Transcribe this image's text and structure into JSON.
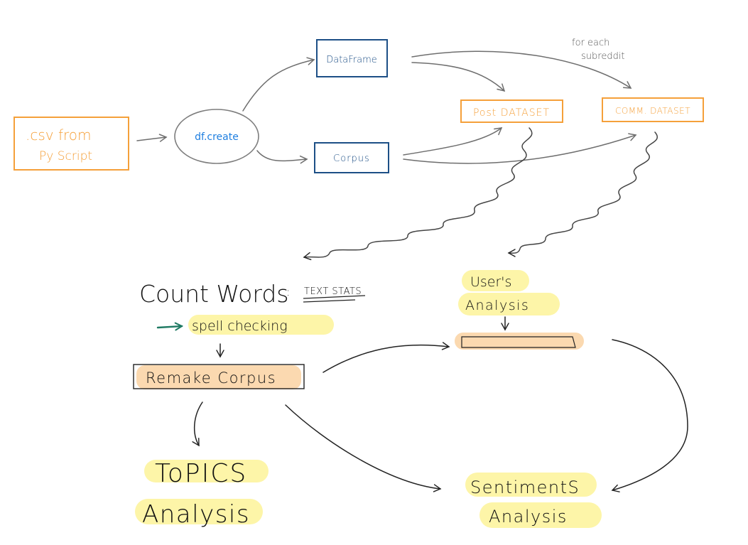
{
  "nodes": {
    "csv_source": {
      "line1": ".csv from",
      "line2": "Py Script"
    },
    "df_create": {
      "label": "df.create"
    },
    "dataframe": {
      "label": "DataFrame"
    },
    "corpus": {
      "label": "Corpus"
    },
    "post_dataset": {
      "label": "Post DATASET"
    },
    "comm_dataset": {
      "label": "COMM. DATASET"
    },
    "note": {
      "line1": "for each",
      "line2": "subreddit"
    },
    "count_words": {
      "label": "Count Words"
    },
    "text_stats": {
      "label": "TEXT STATS"
    },
    "stats_colon": {
      "label": ":"
    },
    "spell_checking": {
      "label": "spell checking"
    },
    "remake_corpus": {
      "label": "Remake Corpus"
    },
    "users_analysis": {
      "line1": "User's",
      "line2": "Analysis"
    },
    "topics_analysis": {
      "line1": "ToPICS",
      "line2": "Analysis"
    },
    "sentiments_analysis": {
      "line1": "SentimentS",
      "line2": "Analysis"
    }
  },
  "colors": {
    "orange": "#f5a03a",
    "navy": "#1d4f86",
    "blue_text": "#1f7fe0",
    "gray": "#6e6e6e",
    "highlight_yellow": "#fdf5a8",
    "highlight_orange": "#fbd9b0",
    "arrow_green": "#1f7a63",
    "ink": "#111111"
  }
}
